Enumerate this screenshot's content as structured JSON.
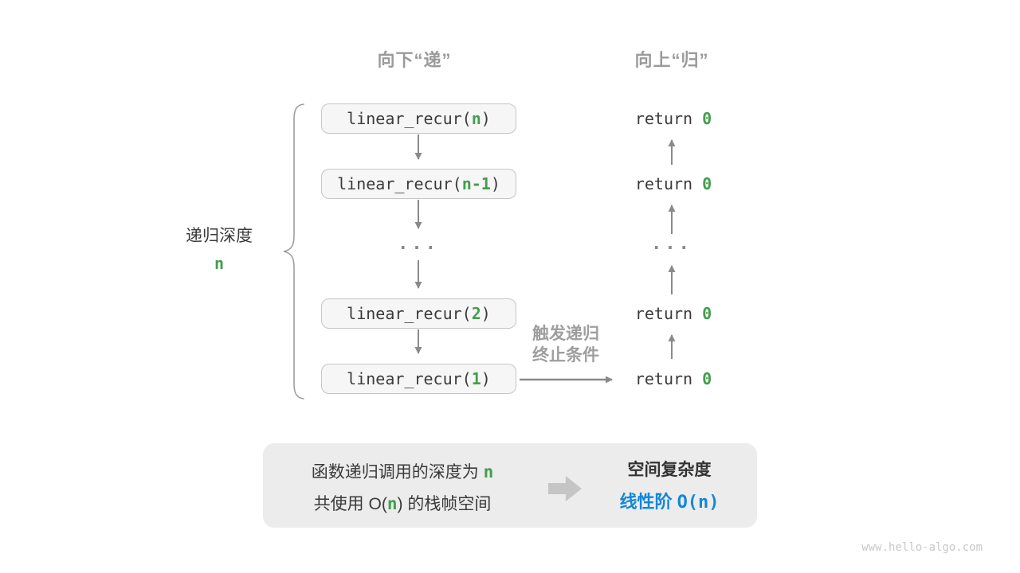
{
  "colors": {
    "green": "#429e4d",
    "blue": "#1287d8",
    "arrow_gray": "#8a8a8a",
    "header_gray": "#9a9a9a",
    "note_gray": "#9e9e9e",
    "dark_text": "#3a3a3a",
    "box_fill": "#f6f6f6",
    "box_border": "#c5c5c5",
    "panel_fill": "#ececec",
    "block_arrow": "#c5c5c5",
    "watermark": "#c8c8c8"
  },
  "headers": {
    "down": "向下“递”",
    "up": "向上“归”"
  },
  "depth_label": {
    "title": "递归深度",
    "value": "n"
  },
  "stack": {
    "boxes": [
      {
        "pre": "linear_recur(",
        "arg": "n",
        "post": ")"
      },
      {
        "pre": "linear_recur(",
        "arg": "n-1",
        "post": ")"
      },
      {
        "pre": "linear_recur(",
        "arg": "2",
        "post": ")"
      },
      {
        "pre": "linear_recur(",
        "arg": "1",
        "post": ")"
      }
    ],
    "ellipsis": "..."
  },
  "returns": {
    "items": [
      {
        "pre": "return ",
        "val": "0"
      },
      {
        "pre": "return ",
        "val": "0"
      },
      {
        "pre": "return ",
        "val": "0"
      },
      {
        "pre": "return ",
        "val": "0"
      }
    ],
    "ellipsis": "..."
  },
  "terminate_note": {
    "line1": "触发递归",
    "line2": "终止条件"
  },
  "summary": {
    "left": {
      "line1_pre": "函数递归调用的深度为 ",
      "line1_hl": "n",
      "line2_pre": "共使用 O(",
      "line2_hl": "n",
      "line2_post": ") 的栈帧空间"
    },
    "right": {
      "line1": "空间复杂度",
      "line2_label": "线性阶 ",
      "line2_code": "O(n)"
    }
  },
  "watermark": "www.hello-algo.com"
}
